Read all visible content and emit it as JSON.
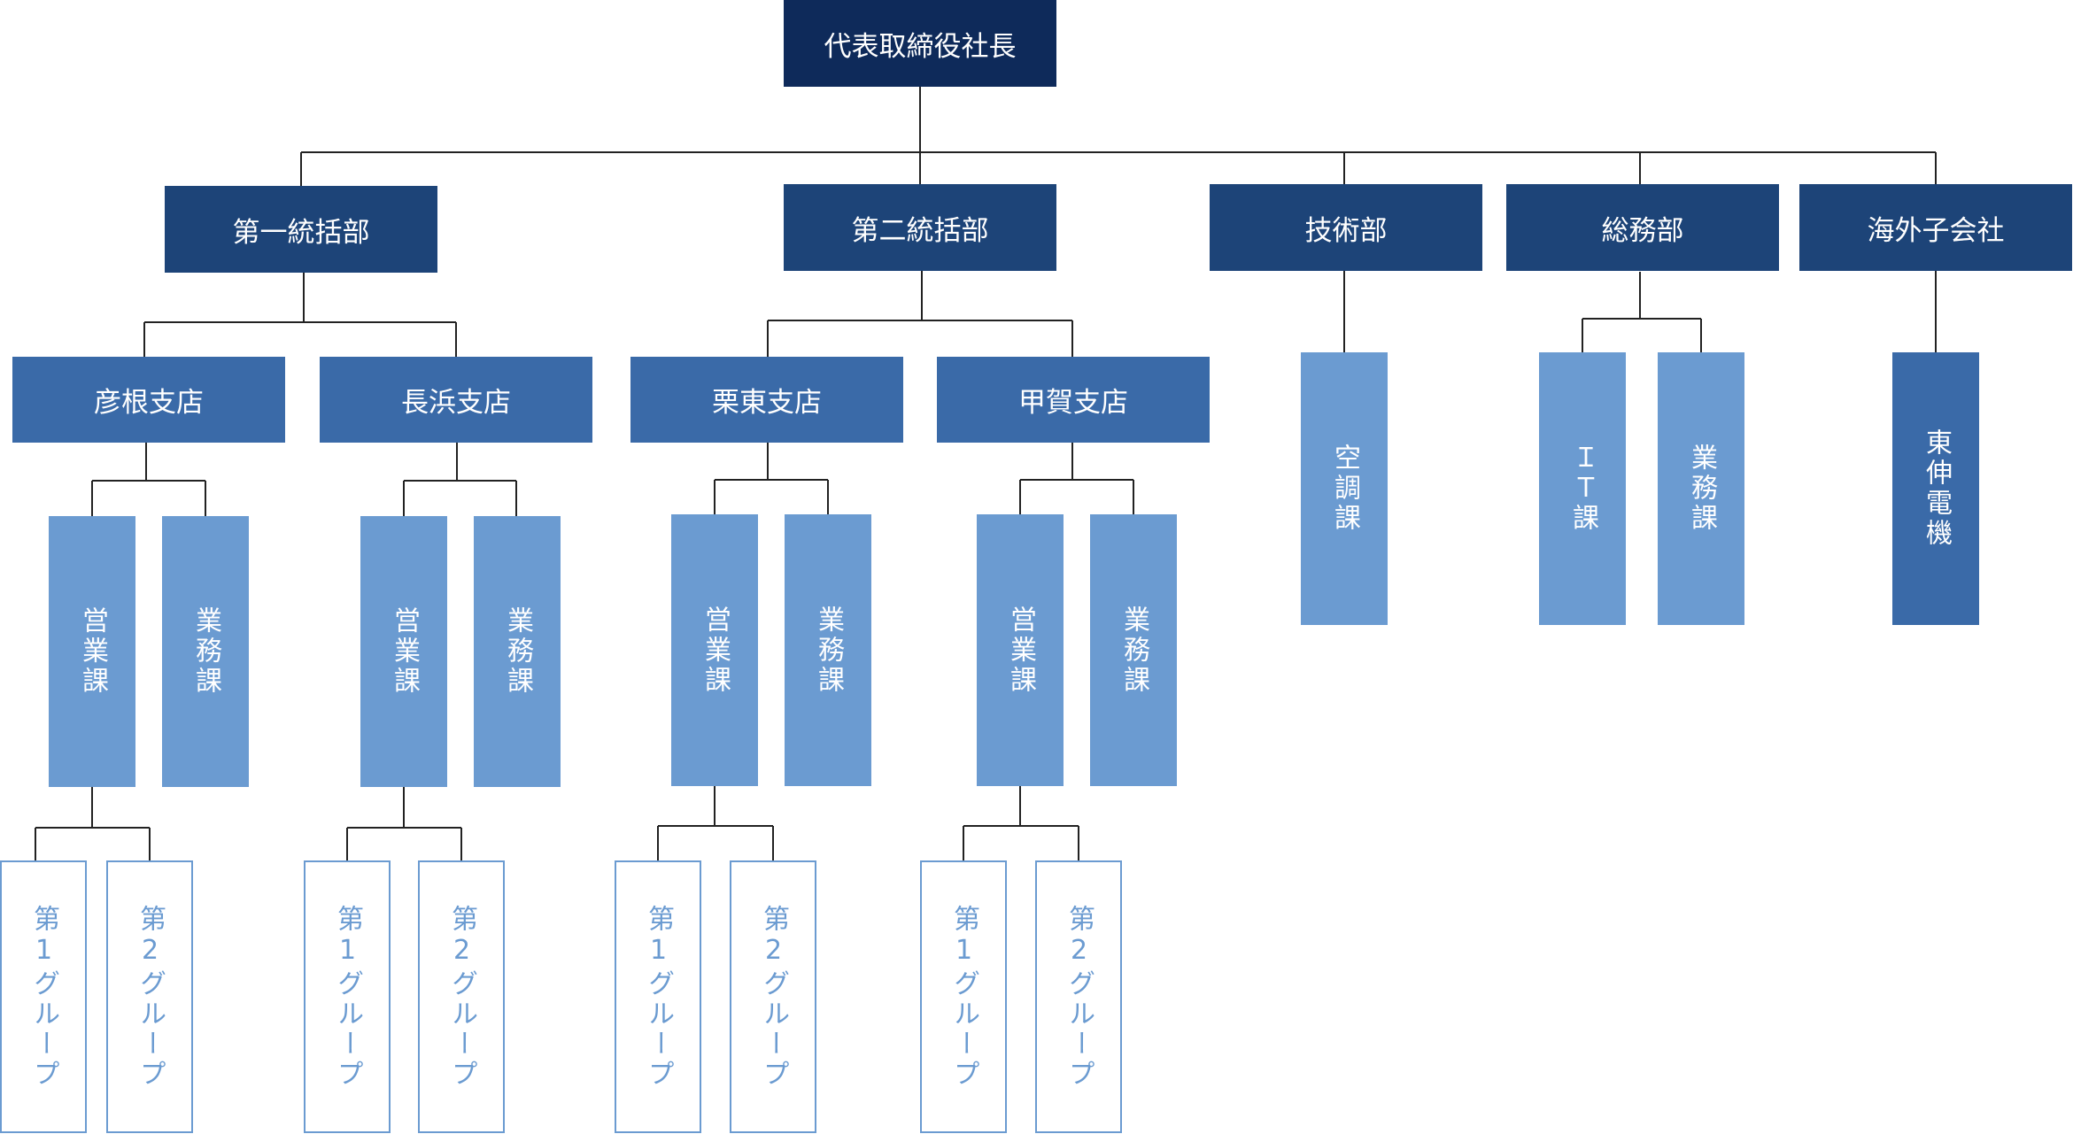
{
  "root": "代表取締役社長",
  "l1": [
    "第一統括部",
    "第二統括部",
    "技術部",
    "総務部",
    "海外子会社"
  ],
  "branches": [
    "彦根支店",
    "長浜支店",
    "栗東支店",
    "甲賀支店"
  ],
  "sections": {
    "eigyo": "営業課",
    "gyomu": "業務課",
    "kucho": "空調課",
    "it": "ＩＴ課",
    "toshin": "東伸電機"
  },
  "groups": [
    "第1グループ",
    "第2グループ"
  ]
}
